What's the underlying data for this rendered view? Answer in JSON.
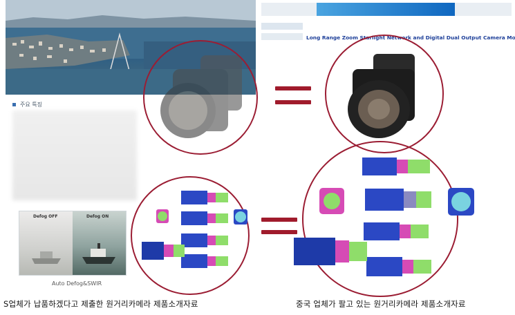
{
  "left_panel": {
    "section_label": "주요 특징",
    "defog": {
      "off_label": "Defog OFF",
      "on_label": "Defog ON",
      "caption": "Auto Defog&SWIR"
    },
    "caption": "S업체가 납품하겠다고 제출한 원거리카메라 제품소개자료"
  },
  "right_panel": {
    "title": "Long Range Zoom Starlight Network and Digital Dual Output Camera Module",
    "caption": "중국 업체가 팔고 있는 원거리카메라 제품소개자료"
  },
  "colors": {
    "circle": "#9b1d33",
    "equals": "#a01b2c",
    "title_blue": "#1d3f99",
    "header_blue": "#0f67c0"
  },
  "icons": [
    "lens-camera-icon",
    "technical-drawing-icon",
    "equals-sign-icon"
  ]
}
